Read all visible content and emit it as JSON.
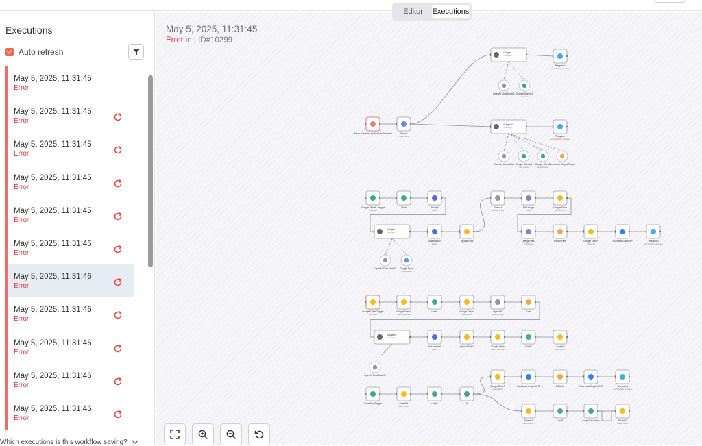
{
  "header": {
    "tabs": [
      {
        "label": "Editor",
        "active": false
      },
      {
        "label": "Executions",
        "active": true
      }
    ]
  },
  "sidebar": {
    "title": "Executions",
    "auto_refresh_label": "Auto refresh",
    "auto_refresh_checked": true,
    "executions": [
      {
        "date": "May 5, 2025, 11:31:45",
        "status": "Error",
        "retry": false
      },
      {
        "date": "May 5, 2025, 11:31:45",
        "status": "Error",
        "retry": true
      },
      {
        "date": "May 5, 2025, 11:31:45",
        "status": "Error",
        "retry": true
      },
      {
        "date": "May 5, 2025, 11:31:45",
        "status": "Error",
        "retry": true
      },
      {
        "date": "May 5, 2025, 11:31:45",
        "status": "Error",
        "retry": true
      },
      {
        "date": "May 5, 2025, 11:31:46",
        "status": "Error",
        "retry": true
      },
      {
        "date": "May 5, 2025, 11:31:46",
        "status": "Error",
        "retry": true,
        "selected": true
      },
      {
        "date": "May 5, 2025, 11:31:46",
        "status": "Error",
        "retry": true
      },
      {
        "date": "May 5, 2025, 11:31:46",
        "status": "Error",
        "retry": true
      },
      {
        "date": "May 5, 2025, 11:31:46",
        "status": "Error",
        "retry": true
      },
      {
        "date": "May 5, 2025, 11:31:46",
        "status": "Error",
        "retry": true
      }
    ],
    "footer": "Which executions is this workflow saving?"
  },
  "execution": {
    "date": "May 5, 2025, 11:31:45",
    "status": "Error",
    "in_label": "in",
    "id_label": "ID#10299"
  },
  "canvas": {
    "nodes": [
      {
        "label": "AI Agent",
        "sub": "Tools Agent",
        "kind": "agent"
      },
      {
        "label": "Telegram1",
        "sub": "send Message: message",
        "kind": "telegram"
      },
      {
        "label": "OpenAI Chat Model1",
        "sub": "",
        "kind": "openai"
      },
      {
        "label": "Google Sheets1",
        "sub": "keep model",
        "kind": "sheets"
      },
      {
        "label": "When Executed by Another Workflow",
        "sub": "",
        "kind": "trigger"
      },
      {
        "label": "Switch",
        "sub": "mode: Rules",
        "kind": "switch"
      },
      {
        "label": "AI Agent2",
        "sub": "Tools Agent",
        "kind": "agent"
      },
      {
        "label": "Telegram",
        "sub": "send Message: message",
        "kind": "telegram"
      },
      {
        "label": "OpenAI Chat Model",
        "sub": "",
        "kind": "openai"
      },
      {
        "label": "Google Sheets2",
        "sub": "keep model",
        "kind": "sheets"
      },
      {
        "label": "Google Sheets",
        "sub": "append: sheet",
        "kind": "sheets"
      },
      {
        "label": "Structured Output Parser",
        "sub": "",
        "kind": "code"
      },
      {
        "label": "Google Sheets Trigger",
        "sub": "rowAdded",
        "kind": "sheets"
      },
      {
        "label": "Limit",
        "sub": "",
        "kind": "limit"
      },
      {
        "label": "Prompt",
        "sub": "manual",
        "kind": "edit"
      },
      {
        "label": "OpenAI",
        "sub": "generate: image",
        "kind": "openai"
      },
      {
        "label": "Edit Image",
        "sub": "resize",
        "kind": "image"
      },
      {
        "label": "Google Drive",
        "sub": "download: file",
        "kind": "drive"
      },
      {
        "label": "AI Agent",
        "sub": "Tools Agent",
        "kind": "agent"
      },
      {
        "label": "Add marker",
        "sub": "manual",
        "kind": "edit"
      },
      {
        "label": "Upload Post",
        "sub": "",
        "kind": "drive"
      },
      {
        "label": "MergeFiles",
        "sub": "composite",
        "kind": "image"
      },
      {
        "label": "ExtractFiles",
        "sub": "",
        "kind": "code"
      },
      {
        "label": "Google Drive1",
        "sub": "upload: file",
        "kind": "drive"
      },
      {
        "label": "Facebook Graph API",
        "sub": "",
        "kind": "facebook"
      },
      {
        "label": "Telegram2",
        "sub": "send Message: message",
        "kind": "telegram"
      },
      {
        "label": "OpenAI Chat Model1",
        "sub": "",
        "kind": "openai"
      },
      {
        "label": "Google Docs",
        "sub": "get: document",
        "kind": "docs"
      },
      {
        "label": "Google Drive Trigger",
        "sub": "fileCreated",
        "kind": "drive"
      },
      {
        "label": "Google Drive1",
        "sub": "search: FileFolder",
        "kind": "drive"
      },
      {
        "label": "Limit1",
        "sub": "",
        "kind": "limit"
      },
      {
        "label": "Google Drive4",
        "sub": "download: file",
        "kind": "drive"
      },
      {
        "label": "OpenAI1",
        "sub": "analyze: image",
        "kind": "openai"
      },
      {
        "label": "Code",
        "sub": "",
        "kind": "code"
      },
      {
        "label": "AI Agent1",
        "sub": "Tools Agent",
        "kind": "agent"
      },
      {
        "label": "Add marker1",
        "sub": "manual",
        "kind": "edit"
      },
      {
        "label": "Upload Post1",
        "sub": "",
        "kind": "drive"
      },
      {
        "label": "Google Drive",
        "sub": "search: FileFolder",
        "kind": "drive"
      },
      {
        "label": "Limit2",
        "sub": "",
        "kind": "limit"
      },
      {
        "label": "Airtable",
        "sub": "create: record",
        "kind": "airtable"
      },
      {
        "label": "OpenAI Chat Model2",
        "sub": "",
        "kind": "openai"
      },
      {
        "label": "Schedule Trigger",
        "sub": "",
        "kind": "schedule"
      },
      {
        "label": "Airtable1",
        "sub": "search: record",
        "kind": "airtable"
      },
      {
        "label": "Limit3",
        "sub": "",
        "kind": "limit"
      },
      {
        "label": "If",
        "sub": "",
        "kind": "if"
      },
      {
        "label": "Google Drive5",
        "sub": "download: file",
        "kind": "drive"
      },
      {
        "label": "Facebook Graph API1",
        "sub": "",
        "kind": "facebook"
      },
      {
        "label": "AIModel",
        "sub": "",
        "kind": "code"
      },
      {
        "label": "Facebook Graph API2",
        "sub": "",
        "kind": "facebook"
      },
      {
        "label": "Telegram3",
        "sub": "send Message: message",
        "kind": "telegram"
      },
      {
        "label": "Airtable2",
        "sub": "search: record",
        "kind": "airtable"
      },
      {
        "label": "Limit4",
        "sub": "",
        "kind": "limit"
      },
      {
        "label": "Loop Over Items",
        "sub": "",
        "kind": "loop"
      },
      {
        "label": "Airtable3",
        "sub": "update: record",
        "kind": "airtable"
      }
    ]
  },
  "zoom_controls": [
    {
      "name": "fit-view-button",
      "icon": "fit-view-icon"
    },
    {
      "name": "zoom-in-button",
      "icon": "zoom-in-icon"
    },
    {
      "name": "zoom-out-button",
      "icon": "zoom-out-icon"
    },
    {
      "name": "reset-zoom-button",
      "icon": "reset-icon"
    }
  ],
  "colors": {
    "accent": "#ee6a52",
    "error": "#e0303a",
    "selected_bg": "#e7ebf3"
  }
}
